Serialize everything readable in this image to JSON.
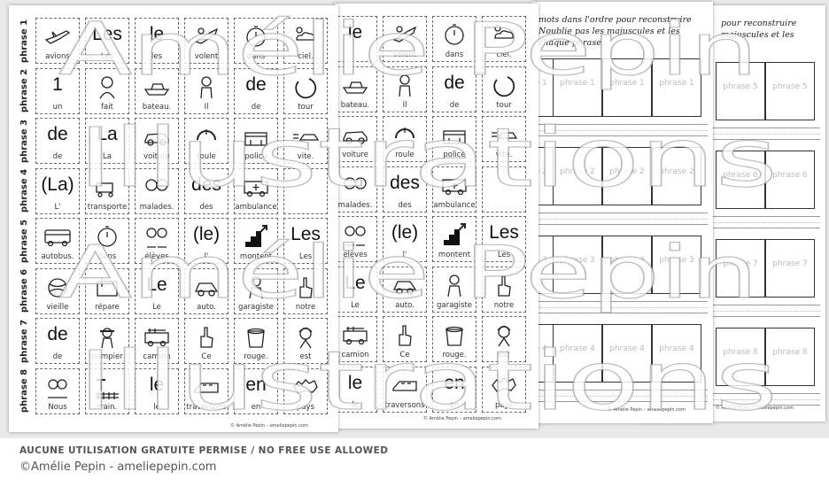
{
  "sheet_main": {
    "rows": [
      {
        "label": "phrase 1",
        "cells": [
          {
            "word": "avions",
            "big": "",
            "icon": "airplane-icon"
          },
          {
            "word": "Les",
            "big": "Les",
            "icon": ""
          },
          {
            "word": "les",
            "big": "le",
            "icon": ""
          },
          {
            "word": "volent",
            "big": "",
            "icon": "flying-plane-icon"
          },
          {
            "word": "dans",
            "big": "",
            "icon": "stopwatch-icon"
          },
          {
            "word": "ciel.",
            "big": "",
            "icon": "sky-clouds-icon"
          }
        ]
      },
      {
        "label": "phrase 2",
        "cells": [
          {
            "word": "un",
            "big": "1",
            "icon": ""
          },
          {
            "word": "fait",
            "big": "",
            "icon": "child-icon"
          },
          {
            "word": "bateau.",
            "big": "",
            "icon": "boat-icon"
          },
          {
            "word": "Il",
            "big": "",
            "icon": "boy-icon"
          },
          {
            "word": "de",
            "big": "de",
            "icon": ""
          },
          {
            "word": "tour",
            "big": "",
            "icon": "circle-arrow-icon"
          }
        ]
      },
      {
        "label": "phrase 3",
        "cells": [
          {
            "word": "de",
            "big": "de",
            "icon": ""
          },
          {
            "word": "La",
            "big": "La",
            "icon": ""
          },
          {
            "word": "voiture",
            "big": "",
            "icon": "car-icon"
          },
          {
            "word": "roule",
            "big": "",
            "icon": "wheel-icon"
          },
          {
            "word": "police",
            "big": "",
            "icon": "police-station-icon"
          },
          {
            "word": "vite.",
            "big": "",
            "icon": "fast-car-icon"
          }
        ]
      },
      {
        "label": "phrase 4",
        "cells": [
          {
            "word": "L'",
            "big": "(La)",
            "icon": ""
          },
          {
            "word": "transporte",
            "big": "",
            "icon": "stretcher-icon"
          },
          {
            "word": "malades.",
            "big": "",
            "icon": "sick-kids-icon"
          },
          {
            "word": "des",
            "big": "des",
            "icon": ""
          },
          {
            "word": "ambulance",
            "big": "",
            "icon": "ambulance-icon"
          },
          {
            "word": "",
            "big": "",
            "icon": ""
          }
        ]
      },
      {
        "label": "phrase 5",
        "cells": [
          {
            "word": "autobus.",
            "big": "",
            "icon": "bus-icon"
          },
          {
            "word": "dans",
            "big": "",
            "icon": "stopwatch-icon"
          },
          {
            "word": "élèves",
            "big": "",
            "icon": "students-icon"
          },
          {
            "word": "l'",
            "big": "(le)",
            "icon": ""
          },
          {
            "word": "montent",
            "big": "",
            "icon": "stairs-up-icon"
          },
          {
            "word": "Les",
            "big": "Les",
            "icon": ""
          }
        ]
      },
      {
        "label": "phrase 6",
        "cells": [
          {
            "word": "vieille",
            "big": "",
            "icon": "ball-icon"
          },
          {
            "word": "répare",
            "big": "",
            "icon": "toolbox-icon"
          },
          {
            "word": "Le",
            "big": "Le",
            "icon": ""
          },
          {
            "word": "auto.",
            "big": "",
            "icon": "small-car-icon"
          },
          {
            "word": "garagiste",
            "big": "",
            "icon": "mechanic-icon"
          },
          {
            "word": "notre",
            "big": "",
            "icon": "pointing-hand-icon"
          }
        ]
      },
      {
        "label": "phrase 7",
        "cells": [
          {
            "word": "de",
            "big": "de",
            "icon": ""
          },
          {
            "word": "pompier",
            "big": "",
            "icon": "firefighter-icon"
          },
          {
            "word": "camion",
            "big": "",
            "icon": "fire-truck-icon"
          },
          {
            "word": "Ce",
            "big": "",
            "icon": "pointing-hand-icon"
          },
          {
            "word": "rouge.",
            "big": "",
            "icon": "paint-bucket-icon"
          },
          {
            "word": "est",
            "big": "",
            "icon": "girl-icon"
          }
        ]
      },
      {
        "label": "phrase 8",
        "cells": [
          {
            "word": "Nous",
            "big": "",
            "icon": "kids-icon"
          },
          {
            "word": "train.",
            "big": "",
            "icon": "train-tracks-icon"
          },
          {
            "word": "le",
            "big": "le",
            "icon": ""
          },
          {
            "word": "traversons",
            "big": "",
            "icon": "crossing-train-icon"
          },
          {
            "word": "en",
            "big": "en",
            "icon": ""
          },
          {
            "word": "pays",
            "big": "",
            "icon": "canada-map-icon"
          }
        ]
      }
    ],
    "footer": "© Amélie Pepin – ameliepepin.com"
  },
  "sheet_copy": {
    "rows": [
      {
        "cells": [
          {
            "word": "",
            "big": "le",
            "icon": ""
          },
          {
            "word": "volent",
            "big": "",
            "icon": "flying-plane-icon"
          },
          {
            "word": "dans",
            "big": "",
            "icon": "stopwatch-icon"
          },
          {
            "word": "ciel.",
            "big": "",
            "icon": "sky-clouds-icon"
          }
        ]
      },
      {
        "cells": [
          {
            "word": "bateau.",
            "big": "",
            "icon": "boat-icon"
          },
          {
            "word": "Il",
            "big": "",
            "icon": "boy-icon"
          },
          {
            "word": "de",
            "big": "de",
            "icon": ""
          },
          {
            "word": "tour",
            "big": "",
            "icon": "circle-arrow-icon"
          }
        ]
      },
      {
        "cells": [
          {
            "word": "voiture",
            "big": "",
            "icon": "car-icon"
          },
          {
            "word": "roule",
            "big": "",
            "icon": "wheel-icon"
          },
          {
            "word": "police",
            "big": "",
            "icon": "police-station-icon"
          },
          {
            "word": "vite.",
            "big": "",
            "icon": "fast-car-icon"
          }
        ]
      },
      {
        "cells": [
          {
            "word": "malades.",
            "big": "",
            "icon": "sick-kids-icon"
          },
          {
            "word": "des",
            "big": "des",
            "icon": ""
          },
          {
            "word": "ambulance",
            "big": "",
            "icon": "ambulance-icon"
          },
          {
            "word": "",
            "big": "",
            "icon": ""
          }
        ]
      },
      {
        "cells": [
          {
            "word": "élèves",
            "big": "",
            "icon": "students-icon"
          },
          {
            "word": "l'",
            "big": "(le)",
            "icon": ""
          },
          {
            "word": "montent",
            "big": "",
            "icon": "stairs-up-icon"
          },
          {
            "word": "Les",
            "big": "Les",
            "icon": ""
          }
        ]
      },
      {
        "cells": [
          {
            "word": "Le",
            "big": "Le",
            "icon": ""
          },
          {
            "word": "auto.",
            "big": "",
            "icon": "small-car-icon"
          },
          {
            "word": "garagiste",
            "big": "",
            "icon": "mechanic-icon"
          },
          {
            "word": "notre",
            "big": "",
            "icon": "pointing-hand-icon"
          }
        ]
      },
      {
        "cells": [
          {
            "word": "camion",
            "big": "",
            "icon": "fire-truck-icon"
          },
          {
            "word": "Ce",
            "big": "",
            "icon": "pointing-hand-icon"
          },
          {
            "word": "rouge.",
            "big": "",
            "icon": "paint-bucket-icon"
          },
          {
            "word": "est",
            "big": "",
            "icon": "girl-icon"
          }
        ]
      },
      {
        "cells": [
          {
            "word": "le",
            "big": "le",
            "icon": ""
          },
          {
            "word": "traversons",
            "big": "",
            "icon": "crossing-train-icon"
          },
          {
            "word": "en",
            "big": "en",
            "icon": ""
          },
          {
            "word": "pays",
            "big": "",
            "icon": "canada-map-icon"
          }
        ]
      }
    ],
    "footer": "© Amélie Pepin – ameliepepin.com"
  },
  "sheet_answer_a": {
    "instruction_lines": [
      "mots dans l'ordre pour reconstruire",
      "Noublie pas les majuscules et les",
      "chaque phrase."
    ],
    "groups": [
      {
        "label": "phrase 1"
      },
      {
        "label": "phrase 2"
      },
      {
        "label": "phrase 3"
      },
      {
        "label": "phrase 4"
      }
    ],
    "footer": "© Amélie Pepin – ameliepepin.com"
  },
  "sheet_answer_b": {
    "instruction_lines": [
      "pour reconstruire",
      "majuscules et les"
    ],
    "groups": [
      {
        "label": "phrase 5"
      },
      {
        "label": "phrase 6"
      },
      {
        "label": "phrase 7"
      },
      {
        "label": "phrase 8"
      }
    ],
    "footer": "© Amélie Pepin – ameliepepin.com"
  },
  "watermark": {
    "top_line1": "Amélie Pepin",
    "top_line2": "Illustrations",
    "bottom_line1": "Amélie Pepin",
    "bottom_line2": "Illustrations",
    "color": "#ffffff"
  },
  "caption": {
    "line1": "AUCUNE UTILISATION GRATUITE PERMISE / NO FREE USE ALLOWED",
    "line2": "©Amélie Pepin - ameliepepin.com"
  }
}
